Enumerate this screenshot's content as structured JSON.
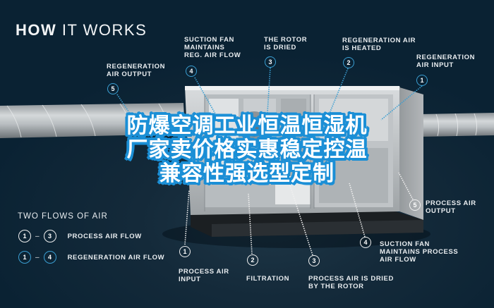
{
  "title": {
    "bold": "HOW",
    "rest": " IT WORKS"
  },
  "top_labels": [
    {
      "id": "reg-air-output",
      "text": "REGENERATION\nAIR OUTPUT",
      "number": "5"
    },
    {
      "id": "suction-fan-reg",
      "text": "SUCTION FAN\nMAINTAINS\nREG. AIR FLOW",
      "number": "4"
    },
    {
      "id": "rotor-dried",
      "text": "THE ROTOR\nIS DRIED",
      "number": "3"
    },
    {
      "id": "reg-air-heated",
      "text": "REGENERATION AIR\nIS HEATED",
      "number": "2"
    },
    {
      "id": "reg-air-input",
      "text": "REGENERATION\nAIR INPUT",
      "number": "1"
    }
  ],
  "bottom_labels": [
    {
      "id": "process-air-input",
      "text": "PROCESS AIR\nINPUT",
      "number": "1"
    },
    {
      "id": "filtration",
      "text": "FILTRATION",
      "number": "2"
    },
    {
      "id": "process-air-dried",
      "text": "PROCESS AIR IS DRIED\nBY THE ROTOR",
      "number": "3"
    },
    {
      "id": "suction-fan-process",
      "text": "SUCTION FAN\nMAINTAINS PROCESS\nAIR FLOW",
      "number": "4"
    },
    {
      "id": "process-air-output",
      "text": "PROCESS AIR\nOUTPUT",
      "number": "5"
    }
  ],
  "legend": {
    "title": "TWO FLOWS OF AIR",
    "rows": [
      {
        "from": "1",
        "to": "3",
        "label": "PROCESS AIR FLOW",
        "color": "white"
      },
      {
        "from": "1",
        "to": "4",
        "label": "REGENERATION AIR FLOW",
        "color": "blue"
      }
    ]
  },
  "overlay_text": {
    "line1": "防爆空调工业恒温恒湿机",
    "line2": "厂家卖价格实惠稳定控温",
    "line3": "兼容性强选型定制"
  },
  "colors": {
    "background": "#07222f",
    "accent_blue": "#3a9fd3",
    "overlay_stroke": "#1b8fd6",
    "text": "#e9edf0"
  }
}
